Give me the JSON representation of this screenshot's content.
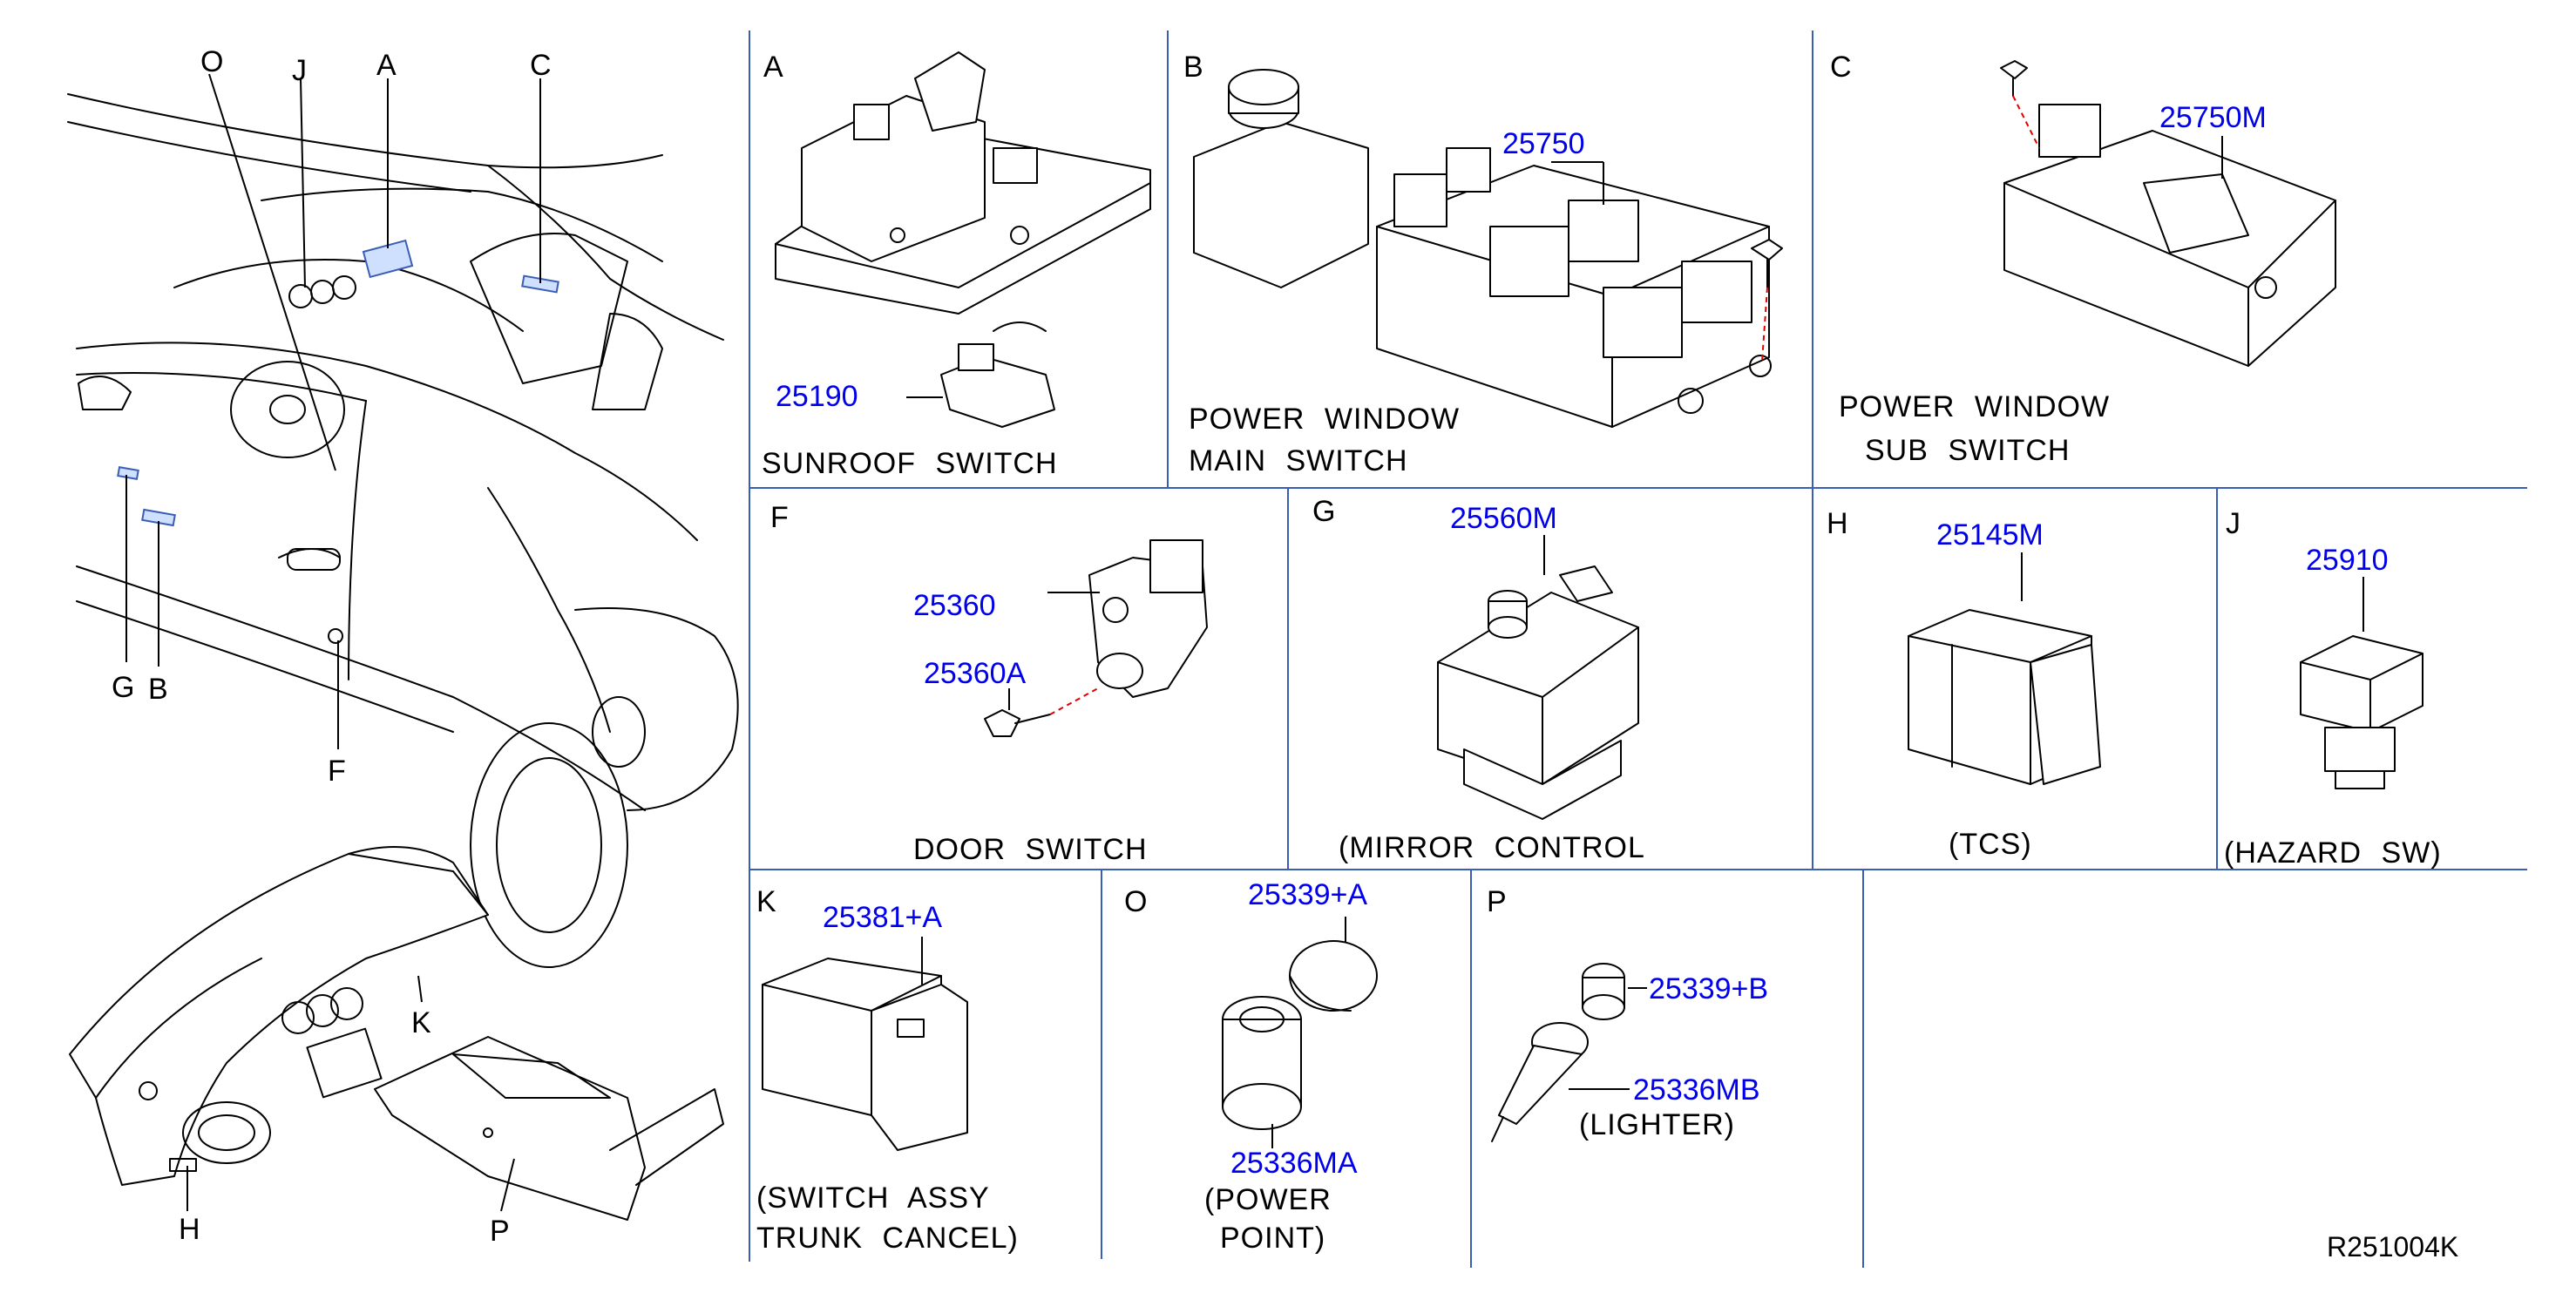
{
  "overview": {
    "labels": {
      "O": "O",
      "J": "J",
      "A": "A",
      "C": "C",
      "G": "G",
      "B": "B",
      "F": "F",
      "K": "K",
      "H": "H",
      "P": "P"
    }
  },
  "panels": {
    "A": {
      "letter": "A",
      "part": "25190",
      "caption": "SUNROOF SWITCH"
    },
    "B": {
      "letter": "B",
      "part": "25750",
      "caption1": "POWER WINDOW",
      "caption2": "MAIN SWITCH"
    },
    "C": {
      "letter": "C",
      "part": "25750M",
      "caption1": "POWER WINDOW",
      "caption2": "SUB SWITCH"
    },
    "F": {
      "letter": "F",
      "part1": "25360",
      "part2": "25360A",
      "caption": "DOOR SWITCH"
    },
    "G": {
      "letter": "G",
      "part": "25560M",
      "caption": "(MIRROR CONTROL"
    },
    "H": {
      "letter": "H",
      "part": "25145M",
      "caption": "(TCS)"
    },
    "J": {
      "letter": "J",
      "part": "25910",
      "caption": "(HAZARD SW)"
    },
    "K": {
      "letter": "K",
      "part": "25381+A",
      "caption1": "(SWITCH ASSY",
      "caption2": "TRUNK CANCEL)"
    },
    "O": {
      "letter": "O",
      "part1": "25339+A",
      "part2": "25336MA",
      "caption1": "(POWER",
      "caption2": "POINT)"
    },
    "P": {
      "letter": "P",
      "part1": "25339+B",
      "part2": "25336MB",
      "caption": "(LIGHTER)"
    }
  },
  "diagram_ref": "R251004K",
  "colors": {
    "part_number": "#0000ee",
    "grid": "#3a5db5",
    "leader_dash": "#e00000"
  }
}
